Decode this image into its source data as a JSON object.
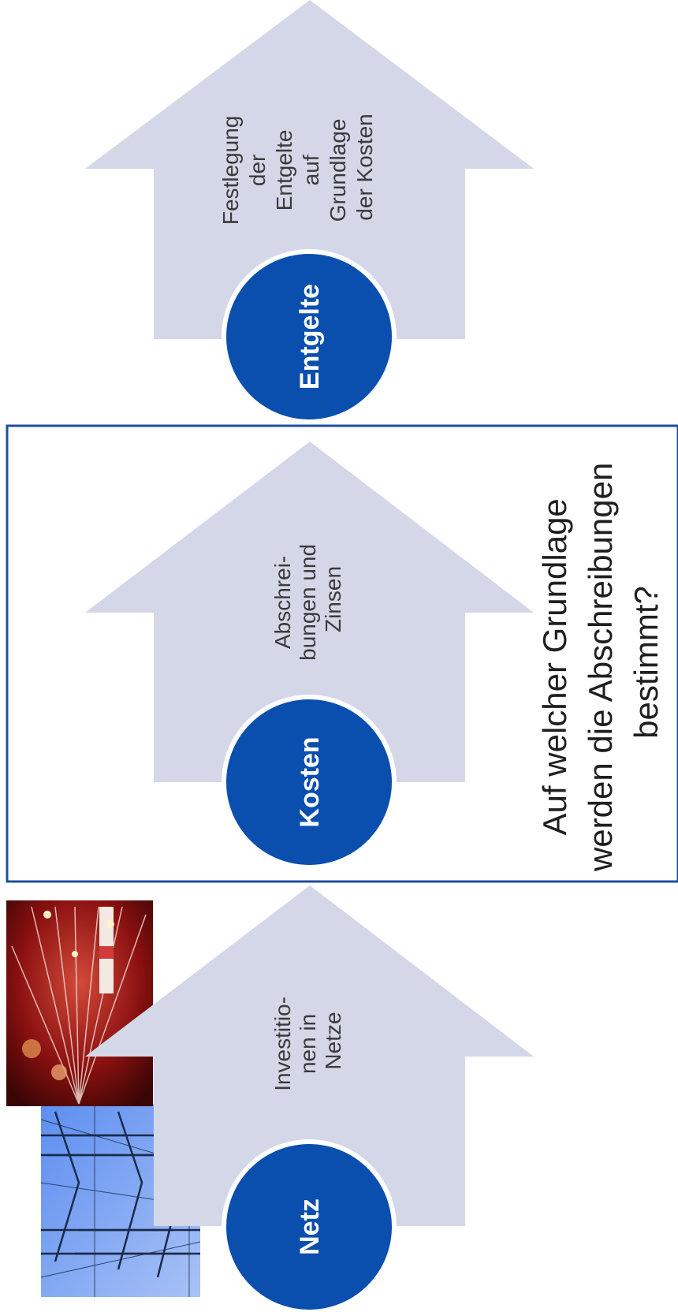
{
  "colors": {
    "arrow_fill": "#d3d7e8",
    "circle_fill": "#0b4fae",
    "circle_stroke": "#ffffff",
    "frame_stroke": "#1d4f9c",
    "photo_power_sky": "#7fa3ee",
    "photo_fiber_bg": "#8a1010"
  },
  "stages": [
    {
      "circle_label": "Netz",
      "arrow_text": [
        "Investitio-",
        "nen in",
        "Netze"
      ]
    },
    {
      "circle_label": "Kosten",
      "arrow_text": [
        "Abschrei-",
        "bungen und",
        "Zinsen"
      ]
    },
    {
      "circle_label": "Entgelte",
      "arrow_text": [
        "Festlegung",
        "der",
        "Entgelte",
        "auf",
        "Grundlage",
        "der Kosten"
      ]
    }
  ],
  "question": [
    "Auf welcher Grundlage",
    "werden die Abschreibungen",
    "bestimmt?"
  ],
  "images": [
    "power-lines-photo",
    "fiber-optics-photo"
  ]
}
